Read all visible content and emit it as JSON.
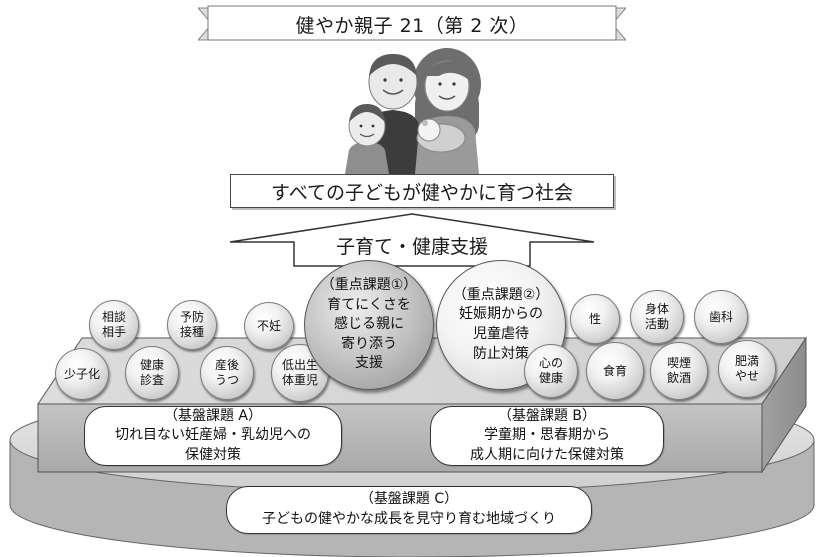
{
  "title": "健やか親子 21（第 2 次）",
  "goal": "すべての子どもが健やかに育つ社会",
  "support_label": "子育て・健康支援",
  "priority_1": {
    "heading": "（重点課題①）",
    "line1": "育てにくさを",
    "line2": "感じる親に",
    "line3": "寄り添う",
    "line4": "支援"
  },
  "priority_2": {
    "heading": "（重点課題②）",
    "line1": "妊娠期からの",
    "line2": "児童虐待",
    "line3": "防止対策"
  },
  "left_topics": [
    {
      "line1": "相談",
      "line2": "相手"
    },
    {
      "line1": "予防",
      "line2": "接種"
    },
    {
      "line1": "不妊",
      "line2": ""
    },
    {
      "line1": "少子化",
      "line2": ""
    },
    {
      "line1": "健康",
      "line2": "診査"
    },
    {
      "line1": "産後",
      "line2": "うつ"
    },
    {
      "line1": "低出生",
      "line2": "体重児"
    }
  ],
  "right_topics": [
    {
      "line1": "性",
      "line2": ""
    },
    {
      "line1": "身体",
      "line2": "活動"
    },
    {
      "line1": "歯科",
      "line2": ""
    },
    {
      "line1": "心の",
      "line2": "健康"
    },
    {
      "line1": "食育",
      "line2": ""
    },
    {
      "line1": "喫煙",
      "line2": "飲酒"
    },
    {
      "line1": "肥満",
      "line2": "やせ"
    }
  ],
  "base_a": {
    "heading": "（基盤課題 A）",
    "line1": "切れ目ない妊産婦・乳幼児への",
    "line2": "保健対策"
  },
  "base_b": {
    "heading": "（基盤課題 B）",
    "line1": "学童期・思春期から",
    "line2": "成人期に向けた保健対策"
  },
  "base_c": {
    "heading": "（基盤課題 C）",
    "line1": "子どもの健やかな成長を見守り育む地域づくり"
  }
}
